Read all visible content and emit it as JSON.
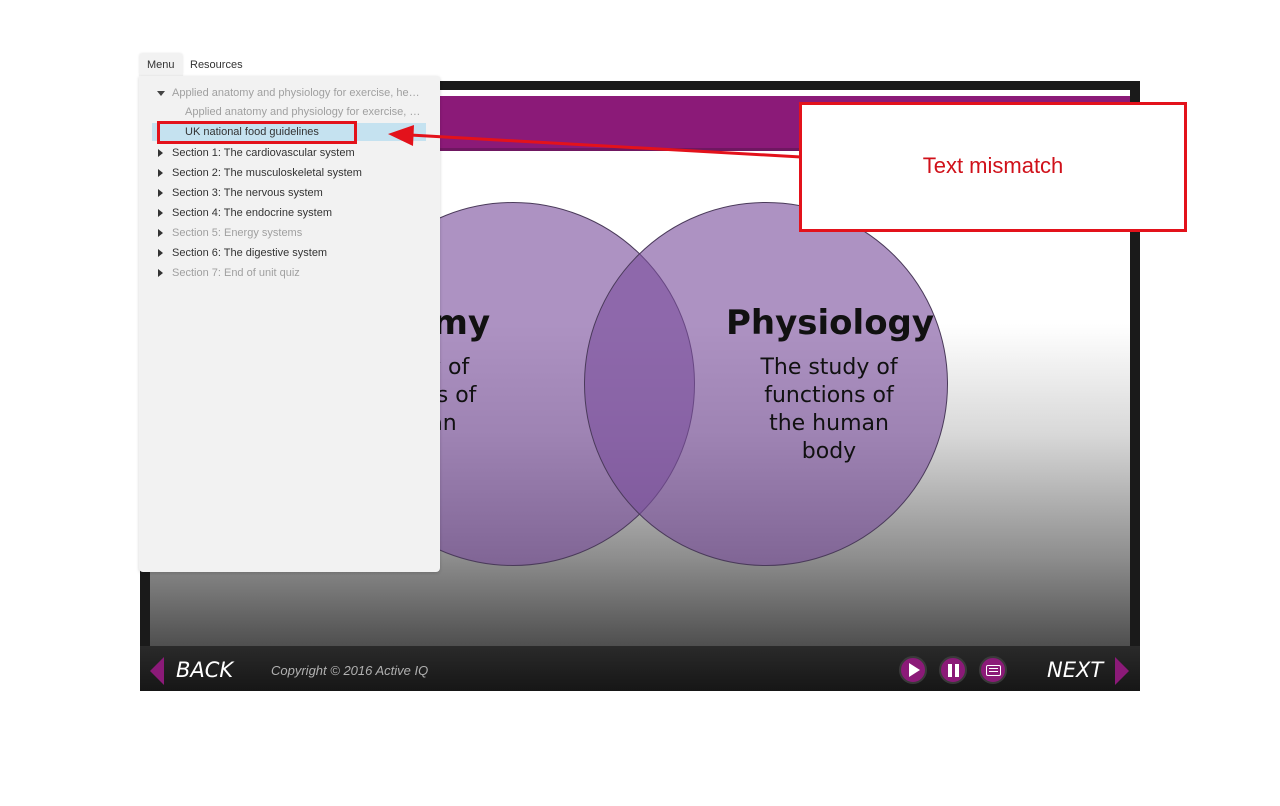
{
  "slide": {
    "title": "ology",
    "left_circle": {
      "heading": "atomy",
      "body": "study of\nctures of\n human\nody"
    },
    "right_circle": {
      "heading": "Physiology",
      "body": "The study of\nfunctions of\nthe human\nbody"
    }
  },
  "controls": {
    "back_label": "BACK",
    "next_label": "NEXT",
    "copyright": "Copyright © 2016 Active IQ"
  },
  "sidebar": {
    "tabs": [
      "Menu",
      "Resources"
    ],
    "items": [
      {
        "label": "Applied anatomy and physiology for exercise, healt...",
        "state": "dim",
        "expander": "down"
      },
      {
        "label": "Applied anatomy and physiology for exercise, he...",
        "state": "dim",
        "expander": "none"
      },
      {
        "label": "UK national food guidelines",
        "state": "selected",
        "expander": "none"
      },
      {
        "label": "Section 1: The cardiovascular system",
        "state": "active",
        "expander": "right"
      },
      {
        "label": "Section 2: The musculoskeletal system",
        "state": "active",
        "expander": "right"
      },
      {
        "label": "Section 3: The nervous system",
        "state": "active",
        "expander": "right"
      },
      {
        "label": "Section 4: The endocrine system",
        "state": "active",
        "expander": "right"
      },
      {
        "label": "Section 5: Energy systems",
        "state": "dim",
        "expander": "right"
      },
      {
        "label": "Section 6: The digestive system",
        "state": "active",
        "expander": "right"
      },
      {
        "label": "Section 7: End of unit quiz",
        "state": "dim",
        "expander": "right"
      }
    ]
  },
  "annotation": {
    "callout_text": "Text mismatch",
    "color": "#e3121b"
  },
  "colors": {
    "brand_purple": "#8b1a78",
    "highlight_blue": "#c5e2f0"
  }
}
